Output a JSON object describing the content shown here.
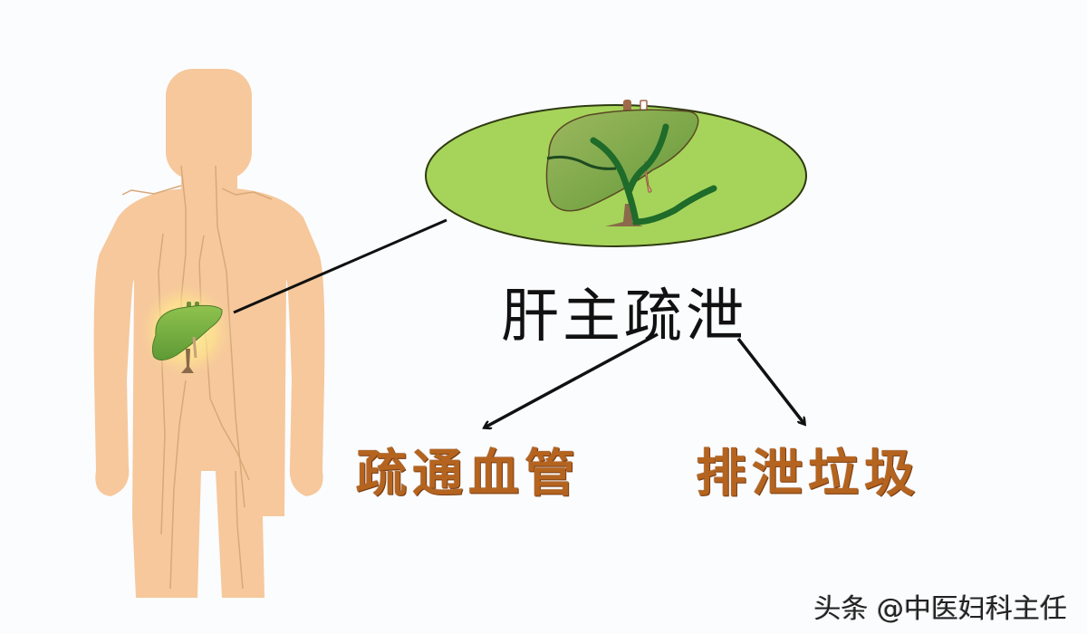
{
  "diagram": {
    "title": "肝主疏泄",
    "branches": [
      {
        "label": "疏通血管"
      },
      {
        "label": "排泄垃圾"
      }
    ],
    "figure": {
      "body_color": "#f6c89c",
      "vein_color": "#d8a878",
      "liver_color": "#7cb342",
      "liver_glow": "#fff38a"
    },
    "callout": {
      "ellipse_fill": "#a6d45a",
      "ellipse_stroke": "#2e3a12",
      "liver_color": "#8bae4e",
      "vessel_color": "#1e6b2a"
    },
    "arrow_color": "#111111",
    "label_color": "#b5641f"
  },
  "watermark": "头条 @中医妇科主任"
}
